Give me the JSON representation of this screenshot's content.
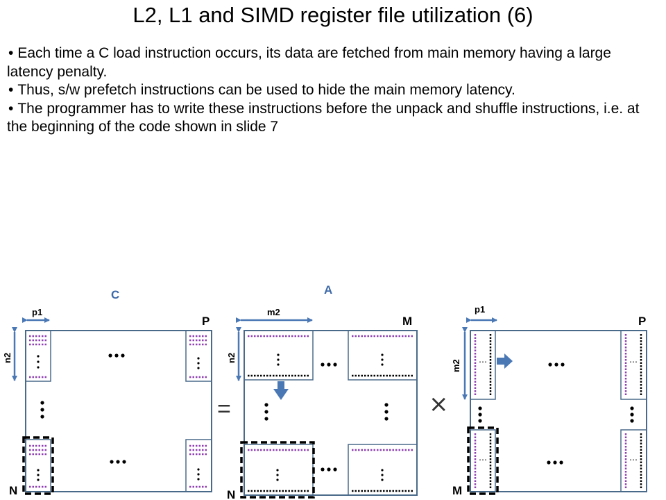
{
  "slide": {
    "title": "L2, L1 and SIMD register file utilization (6)",
    "bullets": [
      "Each time a C load instruction occurs, its data are fetched from main memory having a large latency penalty.",
      "Thus, s/w prefetch instructions can be used to hide the main memory latency.",
      "The programmer has to write these instructions before the unpack and shuffle instructions, i.e. at the beginning of the code shown in slide 7"
    ]
  },
  "diagram": {
    "matrix_c": {
      "name": "C",
      "name_color": "#3f6aa8",
      "top_label": "p1",
      "side_label": "n2",
      "right_label": "P",
      "bottom_label": "N"
    },
    "matrix_a": {
      "name": "A",
      "name_color": "#3f6aa8",
      "top_label": "m2",
      "side_label": "n2",
      "right_label": "M",
      "bottom_label": "N"
    },
    "matrix_b": {
      "top_label": "p1",
      "side_label": "m2",
      "right_label": "P",
      "bottom_label": "M"
    },
    "equals_sign": "=",
    "times_sign": "×",
    "ellipsis": "…",
    "colors": {
      "arrow": "#4a78b5",
      "dotted_purple": "#8e3fb0",
      "border": "#4a6a8a",
      "dashed": "#000000"
    }
  }
}
